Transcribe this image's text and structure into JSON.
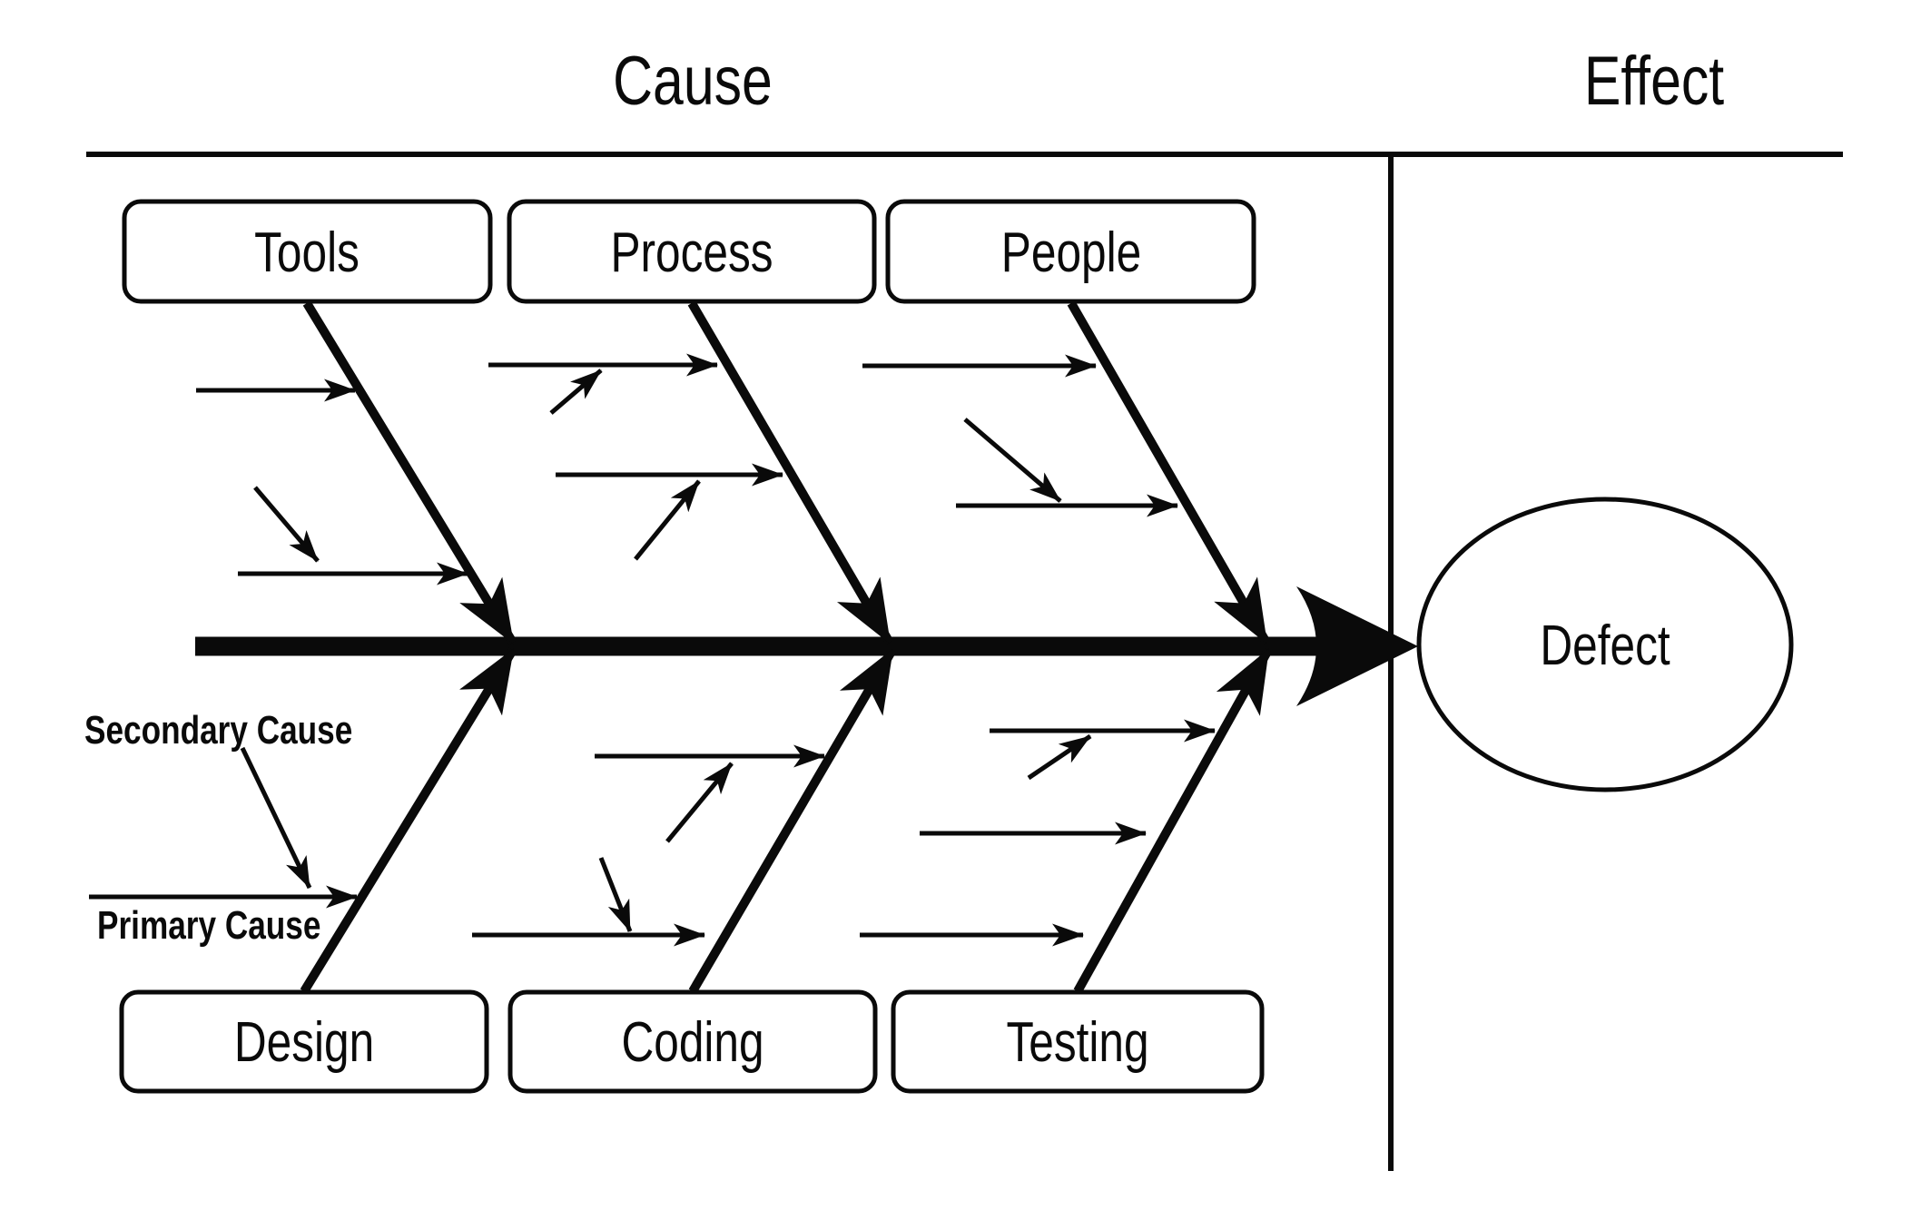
{
  "header": {
    "cause_label": "Cause",
    "effect_label": "Effect"
  },
  "categories": {
    "top": [
      {
        "label": "Tools",
        "color": "#3a3a3a"
      },
      {
        "label": "Process",
        "color": "#0a0a0a"
      },
      {
        "label": "People",
        "color": "#0a0a0a"
      }
    ],
    "bottom": [
      {
        "label": "Design",
        "color": "#0a0a0a"
      },
      {
        "label": "Coding",
        "color": "#0a0a0a"
      },
      {
        "label": "Testing",
        "color": "#0a0a0a"
      }
    ]
  },
  "effect_node": {
    "label": "Defect"
  },
  "annotations": {
    "secondary_label": "Secondary Cause",
    "primary_label": "Primary Cause",
    "color": "#3a3a3a"
  },
  "colors": {
    "ink": "#0a0a0a",
    "background": "#ffffff"
  }
}
